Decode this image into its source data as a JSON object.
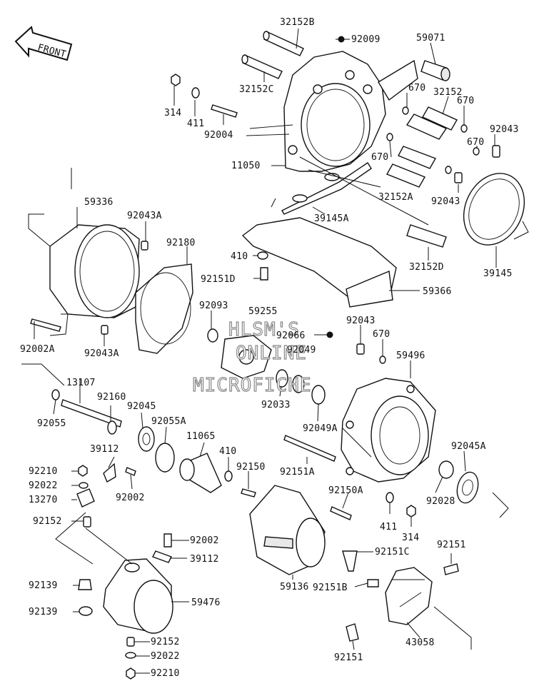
{
  "front_badge": "FRONT",
  "watermark": [
    "HLSM'S",
    "ONLINE",
    "MICROFICHE"
  ],
  "parts": [
    "32152B",
    "92009",
    "59071",
    "32152C",
    "314",
    "411",
    "92004",
    "670",
    "32152",
    "670",
    "92043",
    "670",
    "11050",
    "670",
    "32152A",
    "92043",
    "39145A",
    "59336",
    "92043A",
    "92180",
    "410",
    "92151D",
    "32152D",
    "39145",
    "59366",
    "92093",
    "59255",
    "92043",
    "92066",
    "670",
    "92049",
    "92002A",
    "92043A",
    "59496",
    "13107",
    "92160",
    "92033",
    "92045",
    "92055A",
    "92049A",
    "11065",
    "92055",
    "39112",
    "410",
    "92150",
    "92151A",
    "92045A",
    "92210",
    "92022",
    "92002",
    "13270",
    "92150A",
    "92028",
    "411",
    "314",
    "92152",
    "92002",
    "39112",
    "92151C",
    "92151",
    "92139",
    "59136",
    "92151B",
    "59476",
    "92139",
    "92152",
    "43058",
    "92022",
    "92151",
    "92210"
  ]
}
